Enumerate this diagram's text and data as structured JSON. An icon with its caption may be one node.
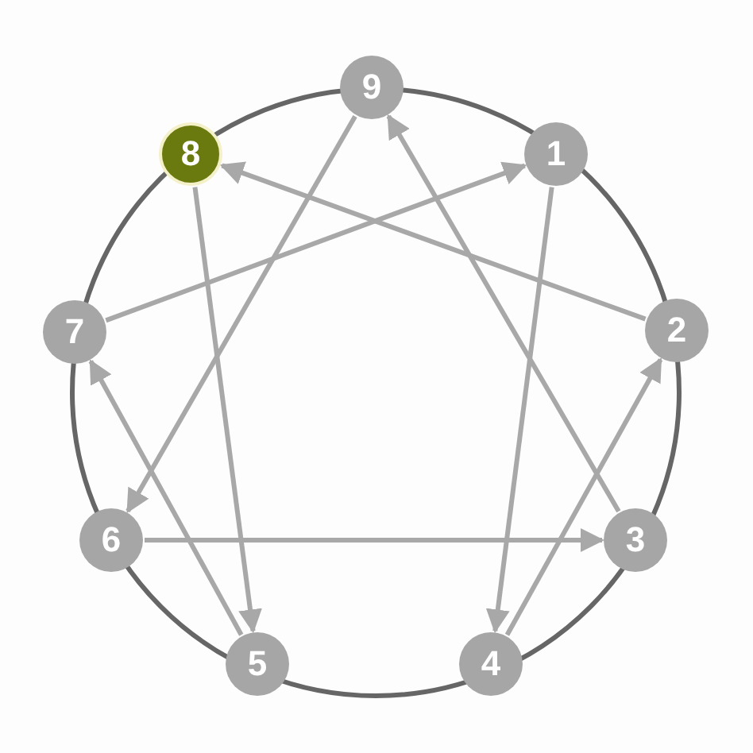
{
  "diagram": {
    "nodes": [
      {
        "text": [
          "9"
        ]
      },
      {
        "text": [
          "8"
        ]
      },
      {
        "text": [
          "1"
        ]
      },
      {
        "text": [
          "7"
        ]
      },
      {
        "text": [
          "2"
        ]
      },
      {
        "text": [
          "6"
        ]
      },
      {
        "text": [
          "3"
        ]
      },
      {
        "text": [
          "5"
        ]
      },
      {
        "text": [
          "4"
        ]
      }
    ],
    "edges": [
      {
        "from": 2,
        "to": 8,
        "arrow": "to"
      },
      {
        "from": 8,
        "to": 4,
        "arrow": "to"
      },
      {
        "from": 4,
        "to": 1,
        "arrow": "to"
      },
      {
        "from": 1,
        "to": 7,
        "arrow": "to"
      },
      {
        "from": 7,
        "to": 3,
        "arrow": "to"
      },
      {
        "from": 3,
        "to": 2,
        "arrow": "to"
      },
      {
        "from": 0,
        "to": 5,
        "arrow": "to"
      },
      {
        "from": 5,
        "to": 6,
        "arrow": "to"
      },
      {
        "from": 6,
        "to": 0,
        "arrow": "to"
      }
    ]
  }
}
